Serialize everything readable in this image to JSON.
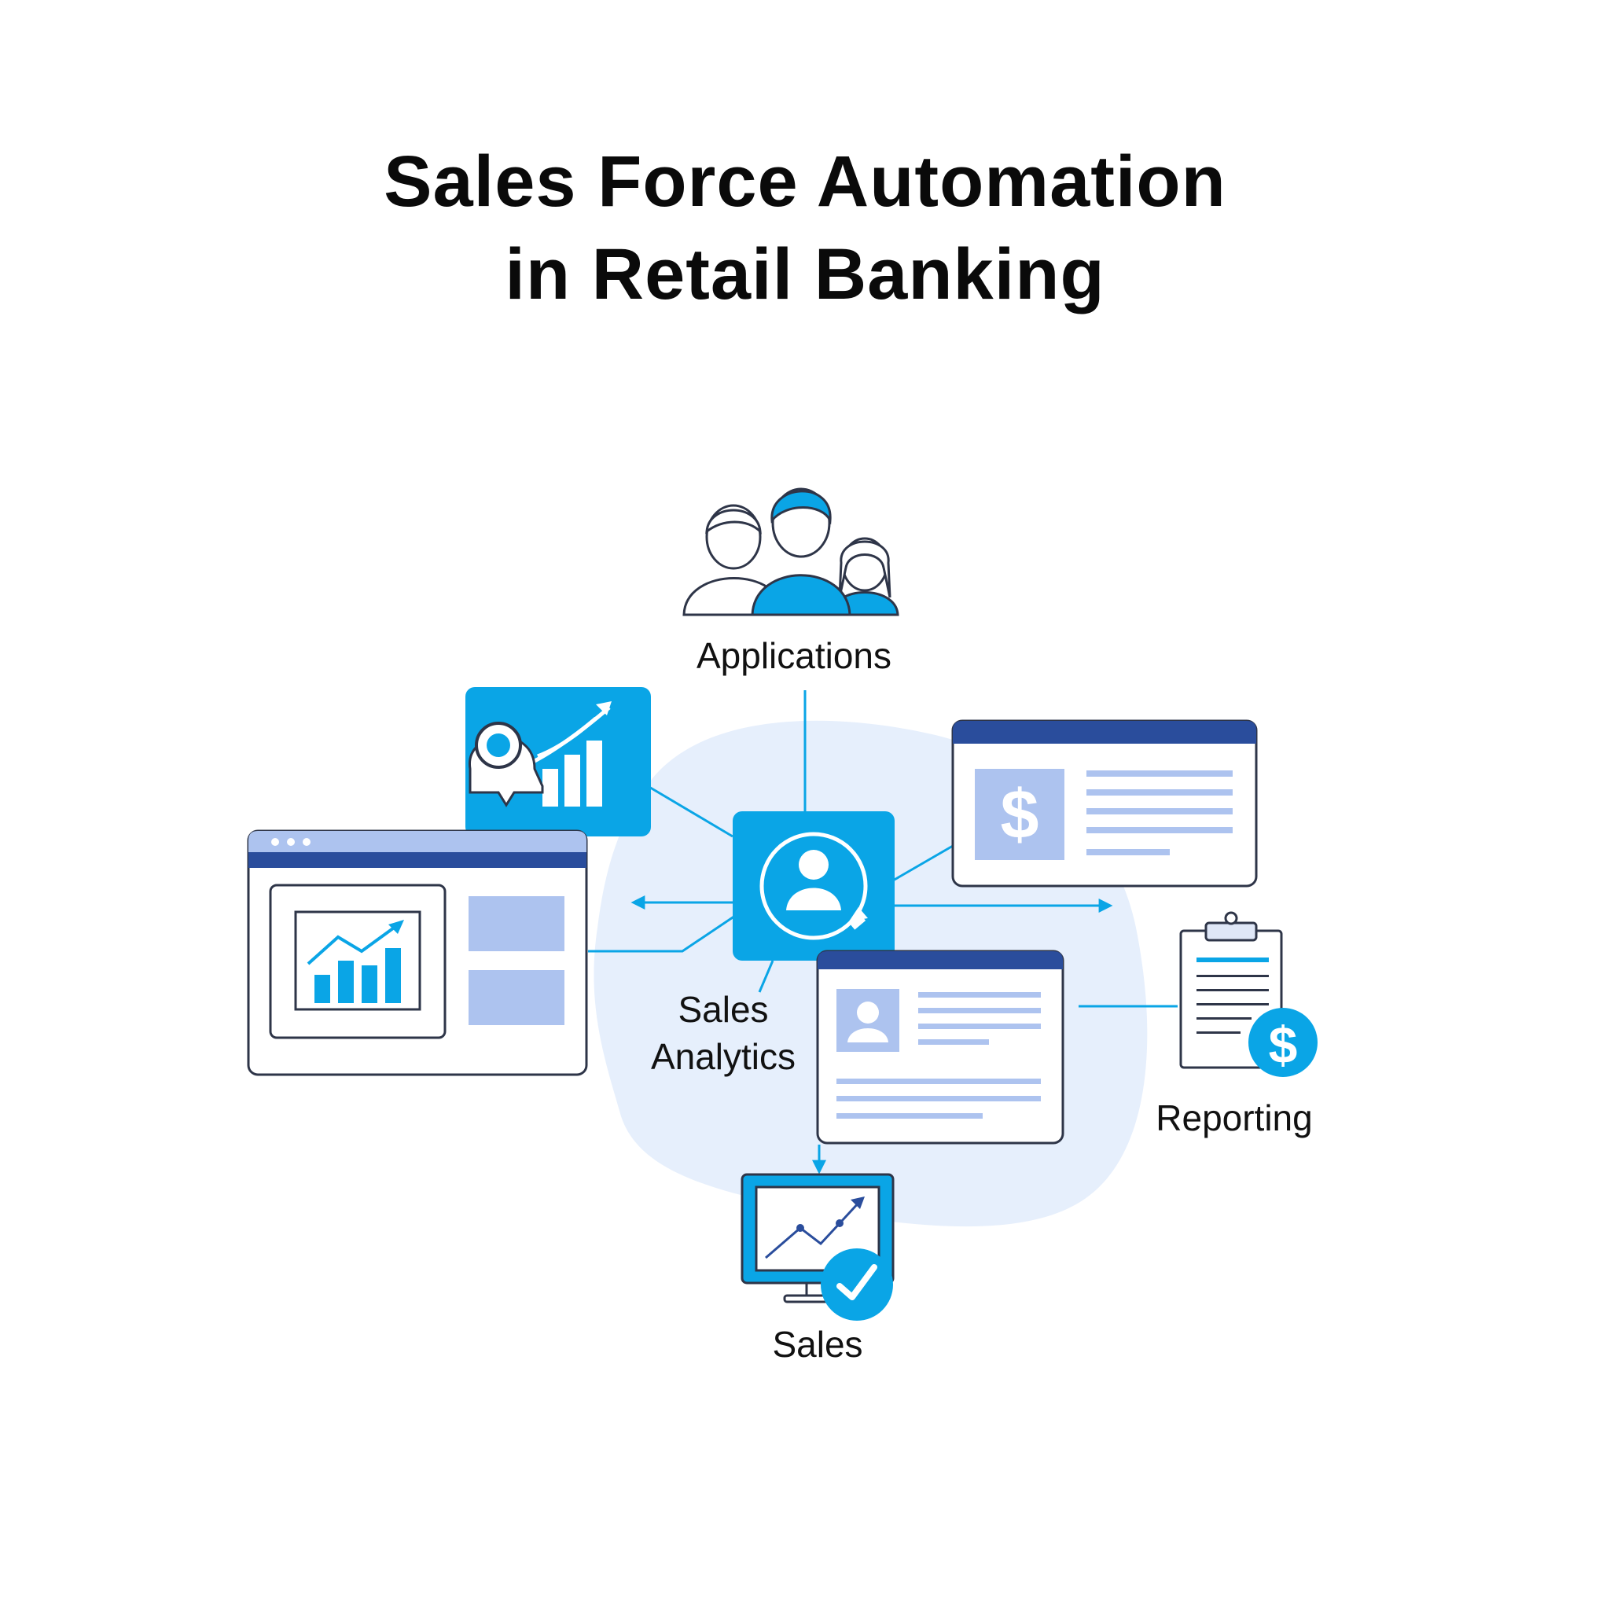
{
  "title": {
    "line1": "Sales Force Automation",
    "line2": "in Retail Banking"
  },
  "nodes": {
    "applications": "Applications",
    "sales_analytics_line1": "Sales",
    "sales_analytics_line2": "Analytics",
    "reporting": "Reporting",
    "sales": "Sales"
  },
  "icons": {
    "hub": "crm-user-refresh-icon",
    "people": "people-group-icon",
    "analytics": "location-growth-chart-icon",
    "dashboard": "dashboard-window-icon",
    "invoice": "invoice-card-icon",
    "profile": "profile-card-icon",
    "report": "clipboard-dollar-icon",
    "monitor": "monitor-chart-check-icon"
  },
  "colors": {
    "accent": "#0aa5e6",
    "navy": "#2a4d9c",
    "light_blue": "#adc3ef",
    "blob": "#e6effc",
    "outline": "#2e3548"
  }
}
